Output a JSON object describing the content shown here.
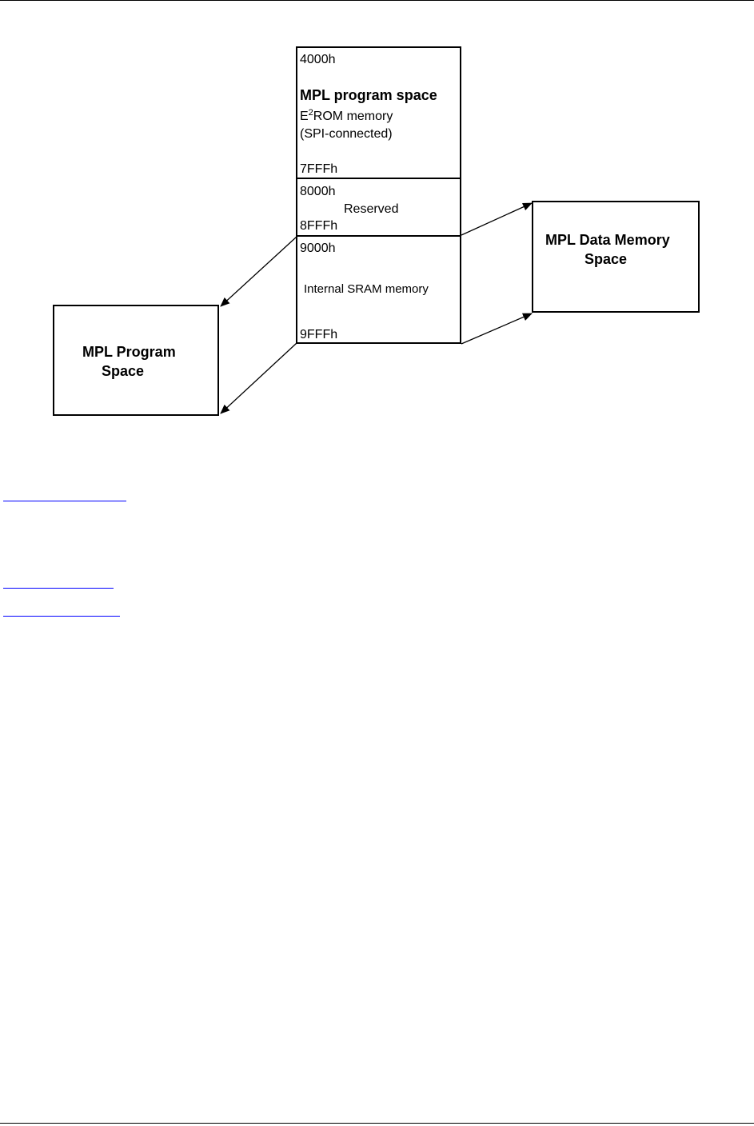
{
  "memory_map": {
    "program_segment": {
      "start": "4000h",
      "title": "MPL program space",
      "line1_base": "E",
      "line1_sup": "2",
      "line1_rest": "ROM memory",
      "line2": "(SPI-connected)",
      "end": "7FFFh"
    },
    "reserved_segment": {
      "start": "8000h",
      "label": "Reserved",
      "end": "8FFFh"
    },
    "sram_segment": {
      "start": "9000h",
      "label": "Internal SRAM memory",
      "end": "9FFFh"
    }
  },
  "targets": {
    "program_space": {
      "line1": "MPL Program",
      "line2": "Space"
    },
    "data_space": {
      "line1": "MPL Data Memory",
      "line2": "Space"
    }
  },
  "links": [
    {
      "text": ""
    },
    {
      "text": ""
    },
    {
      "text": ""
    }
  ],
  "colors": {
    "link": "#0000ff",
    "ink": "#000000"
  }
}
